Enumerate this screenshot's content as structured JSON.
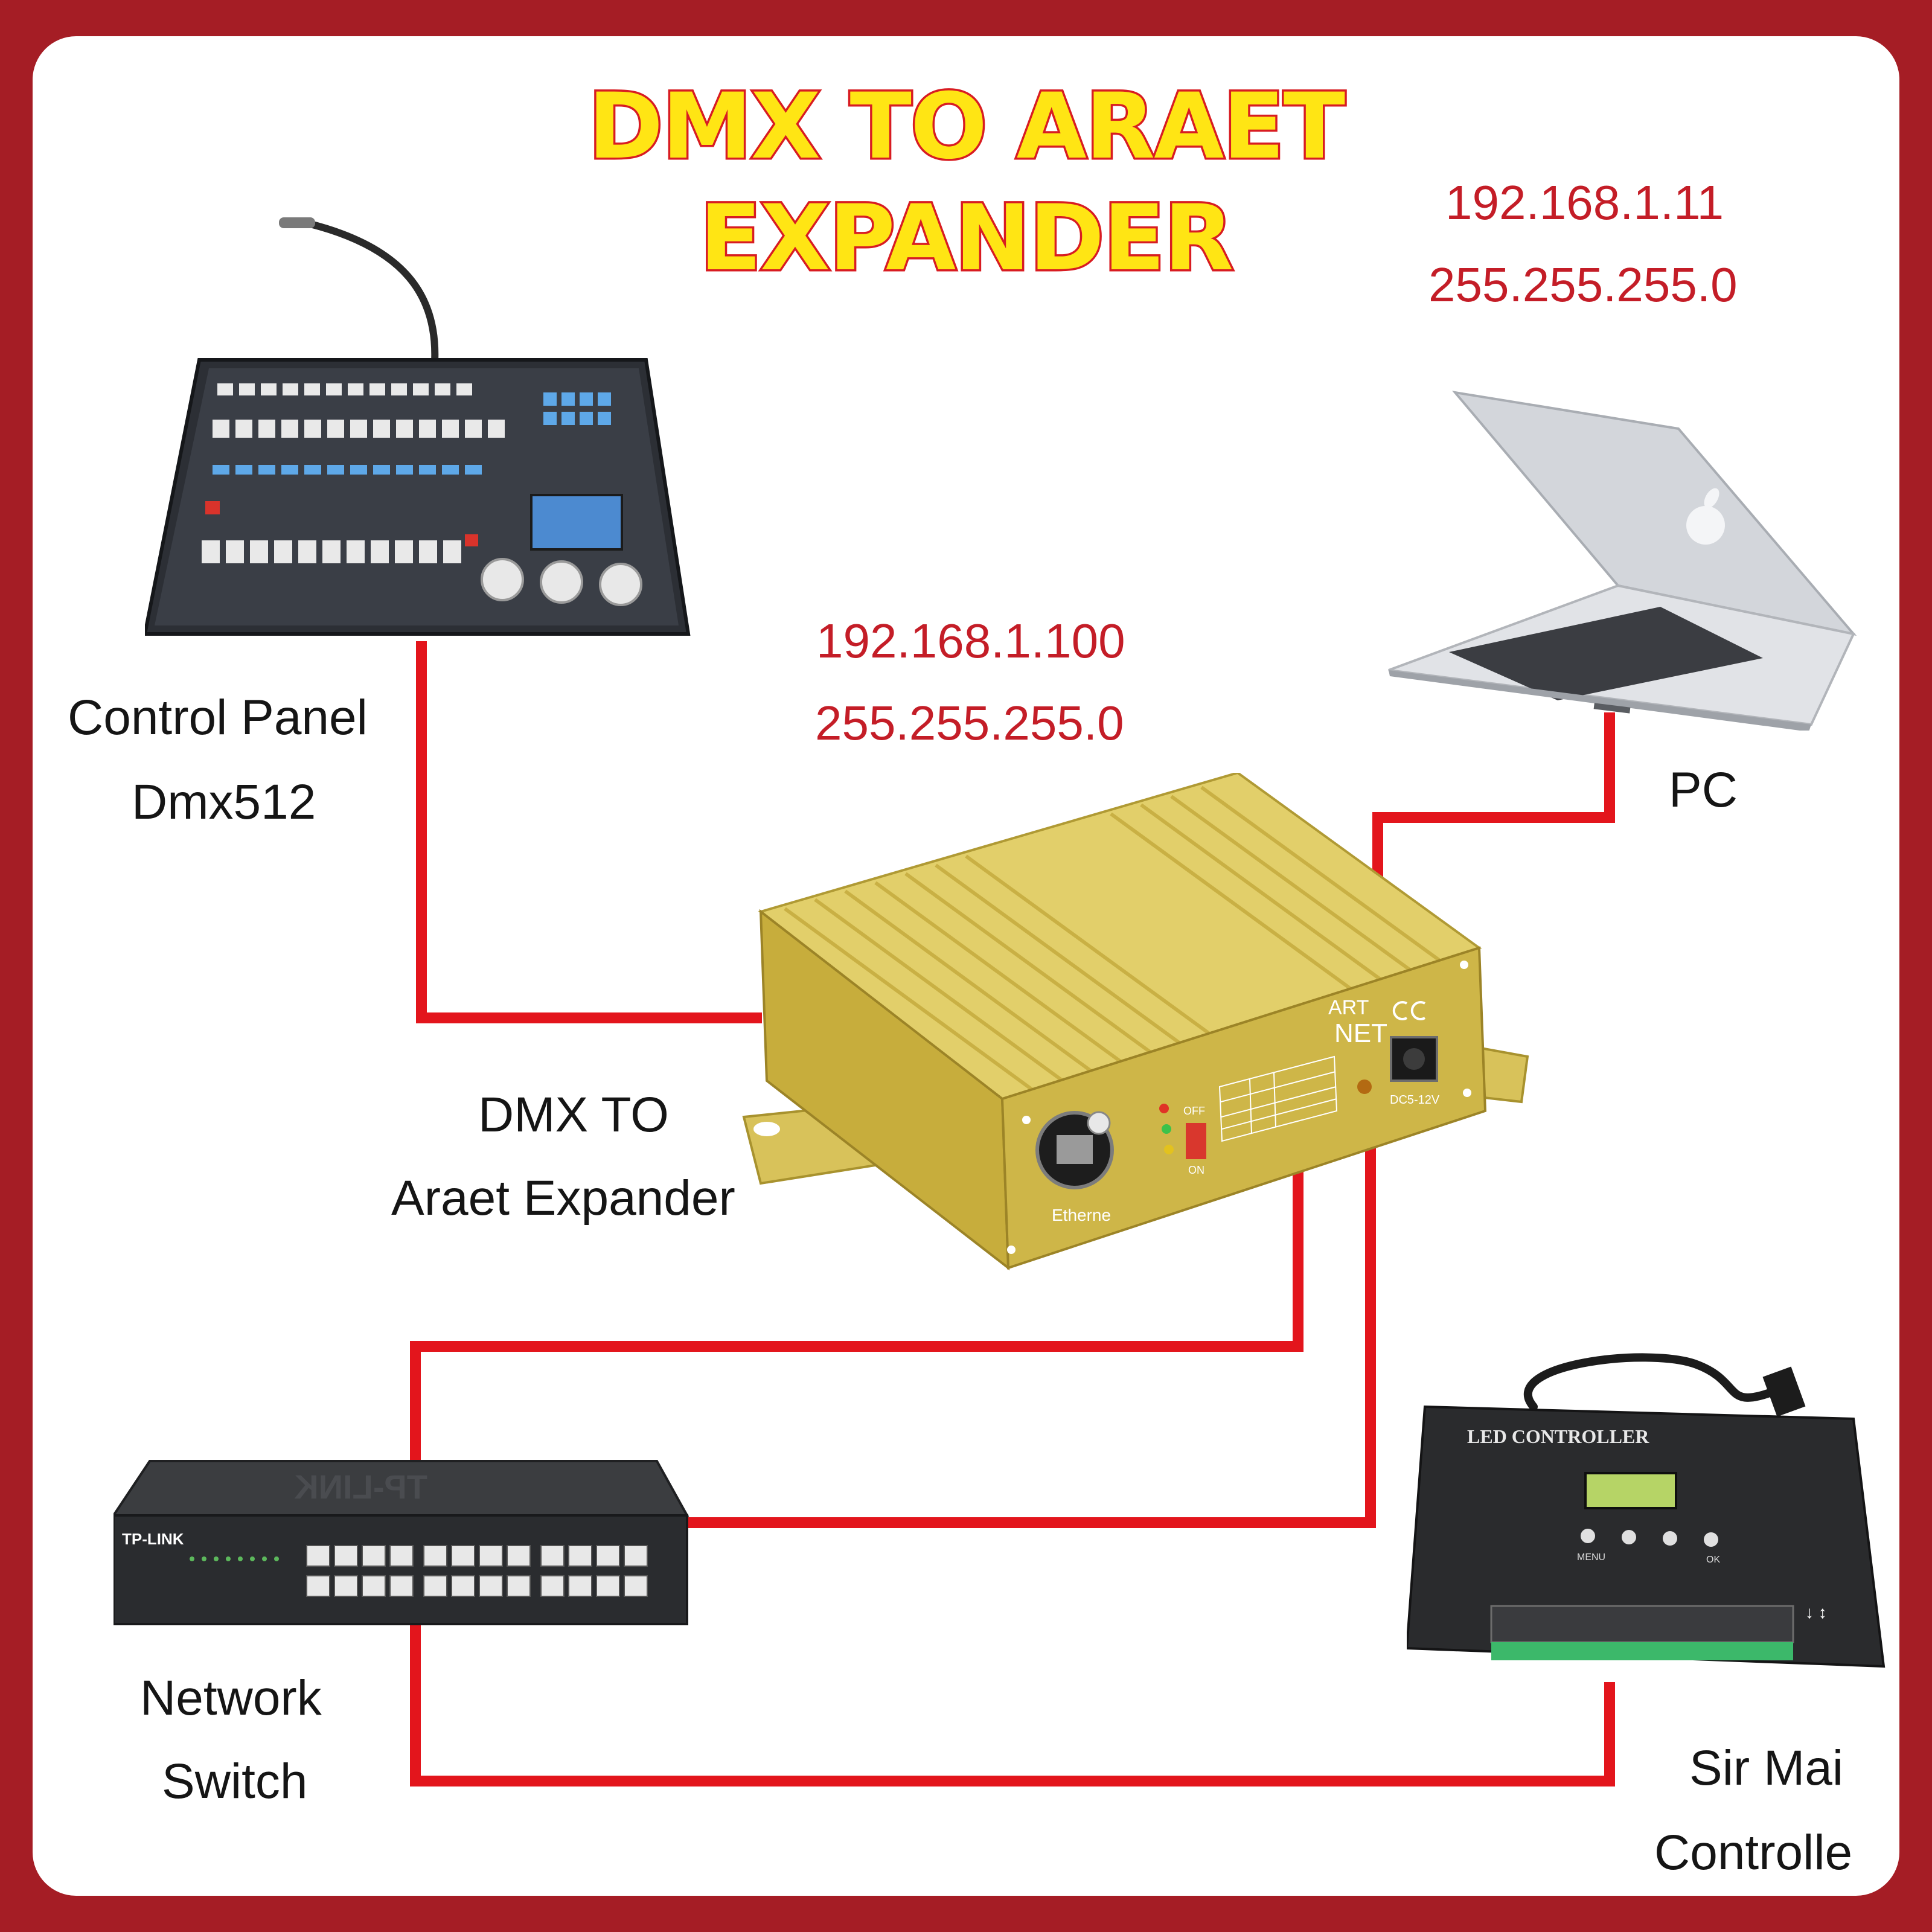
{
  "title": {
    "line1": "DMX TO ARAET",
    "line2": "EXPANDER"
  },
  "pc_network": {
    "ip": "192.168.1.11",
    "mask": "255.255.255.0"
  },
  "expander_network": {
    "ip": "192.168.1.100",
    "mask": "255.255.255.0"
  },
  "labels": {
    "control_panel": {
      "line1": "Control Panel",
      "line2": "Dmx512"
    },
    "pc": "PC",
    "expander": {
      "line1": "DMX TO",
      "line2": "Araet Expander"
    },
    "switch": {
      "line1": "Network",
      "line2": "Switch"
    },
    "controller": {
      "line1": "Sir Mai",
      "line2": "Controlle"
    }
  },
  "device_markings": {
    "expander_port": "Etherne",
    "expander_power": "DC5-12V",
    "expander_switch_on": "ON",
    "expander_switch_off": "OFF",
    "expander_brand_top": "ART",
    "expander_brand_bottom": "NET",
    "switch_brand": "TP-LINK",
    "led_controller": "LED CONTROLLER",
    "led_menu": "MENU",
    "led_ok": "OK"
  },
  "colors": {
    "border": "#a51d25",
    "wire": "#e3151c",
    "ip_text": "#c41d27",
    "title_fill": "#ffe514",
    "title_stroke": "#d81c22",
    "expander_body": "#d4b93a"
  }
}
